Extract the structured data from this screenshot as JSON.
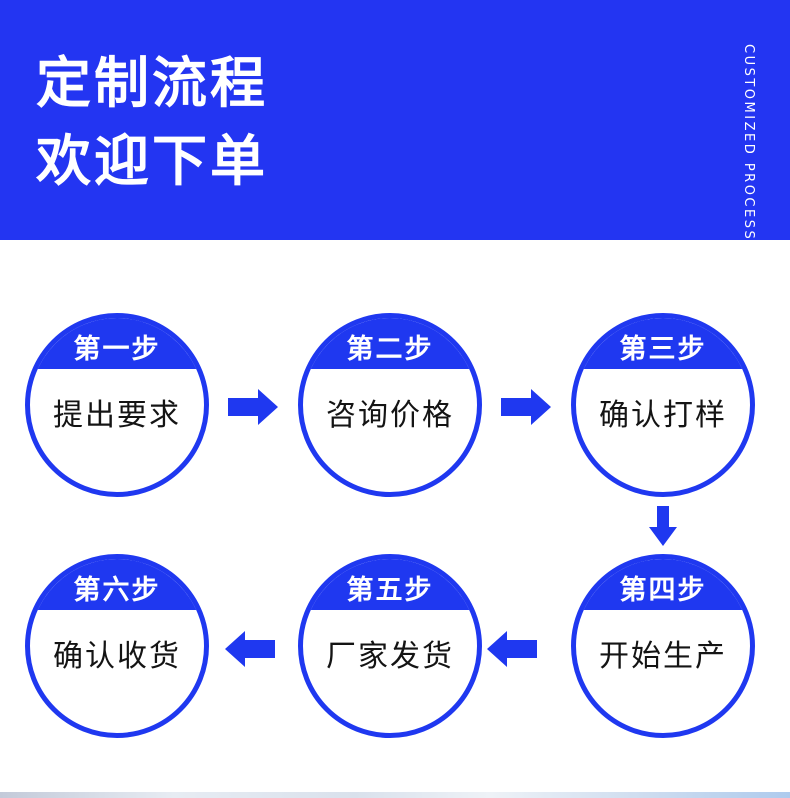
{
  "banner": {
    "title_line1": "定制流程",
    "title_line2": "欢迎下单",
    "side_text": "CUSTOMIZED PROCESS"
  },
  "steps": [
    {
      "label": "第一步",
      "action": "提出要求"
    },
    {
      "label": "第二步",
      "action": "咨询价格"
    },
    {
      "label": "第三步",
      "action": "确认打样"
    },
    {
      "label": "第四步",
      "action": "开始生产"
    },
    {
      "label": "第五步",
      "action": "厂家发货"
    },
    {
      "label": "第六步",
      "action": "确认收货"
    }
  ],
  "flow": {
    "row1_direction": "left-to-right",
    "row2_direction": "right-to-left",
    "arrows": [
      "right",
      "right",
      "down",
      "left",
      "left"
    ]
  },
  "colors": {
    "banner_background": "#2335f2",
    "circle_blue": "#1f38f0",
    "step_label_text": "#ffffff",
    "action_text": "#141414",
    "page_background": "#ffffff"
  }
}
